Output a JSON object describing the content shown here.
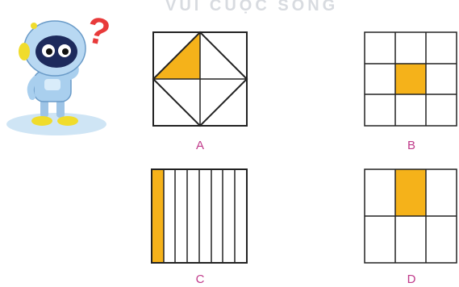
{
  "watermark": "VUI CUỘC SỐNG",
  "colors": {
    "fill": "#f5b21a",
    "line": "#222222",
    "label": "#c03a8a"
  },
  "mascot": {
    "icon": "robot-thinking-icon",
    "symbol": "?"
  },
  "figures": [
    {
      "label": "A",
      "shaded_fraction": "1/8"
    },
    {
      "label": "B",
      "shaded_fraction": "1/9"
    },
    {
      "label": "C",
      "shaded_fraction": "1/8"
    },
    {
      "label": "D",
      "shaded_fraction": "1/6"
    }
  ]
}
